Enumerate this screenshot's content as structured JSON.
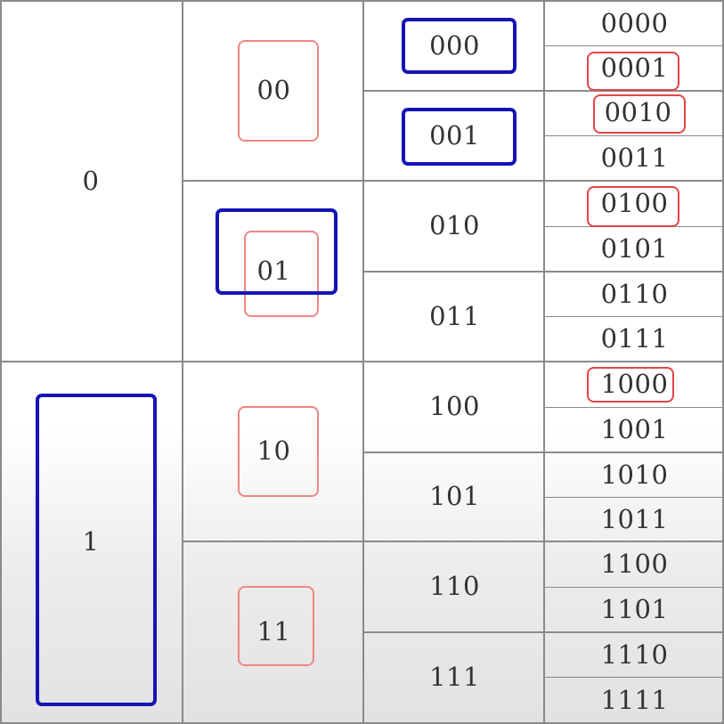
{
  "tree": {
    "level1": [
      "0",
      "1"
    ],
    "level2": [
      "00",
      "01",
      "10",
      "11"
    ],
    "level3": [
      "000",
      "001",
      "010",
      "011",
      "100",
      "101",
      "110",
      "111"
    ],
    "level4": [
      "0000",
      "0001",
      "0010",
      "0011",
      "0100",
      "0101",
      "0110",
      "0111",
      "1000",
      "1001",
      "1010",
      "1011",
      "1100",
      "1101",
      "1110",
      "1111"
    ]
  },
  "highlights": {
    "blue": [
      "1",
      "01",
      "000",
      "001"
    ],
    "red": [
      "00",
      "01",
      "10",
      "11",
      "0001",
      "0010",
      "0100",
      "1000"
    ]
  },
  "colors": {
    "blue_box": "#1414b4",
    "red_box_light": "#ef8585",
    "red_box": "#e04545",
    "grid_line": "#8a8a8a",
    "text": "#333333"
  }
}
